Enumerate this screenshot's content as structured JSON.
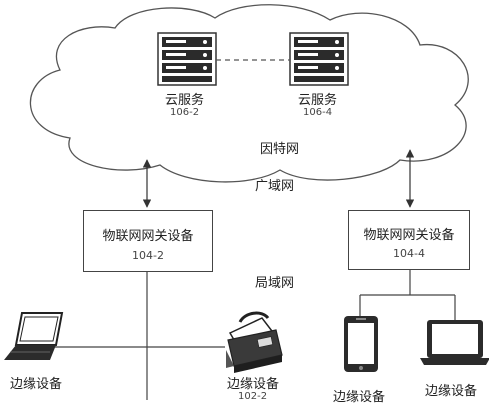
{
  "cloud": {
    "server_a": {
      "label": "云服务",
      "id": "106-2"
    },
    "server_b": {
      "label": "云服务",
      "id": "106-4"
    },
    "internet_label": "因特网"
  },
  "wan_label": "广域网",
  "lan_label": "局域网",
  "gateways": [
    {
      "label": "物联网网关设备",
      "id": "104-2"
    },
    {
      "label": "物联网网关设备",
      "id": "104-4"
    }
  ],
  "edge_devices": [
    {
      "label": "边缘设备",
      "icon": "laptop-icon"
    },
    {
      "label": "边缘设备",
      "id": "102-2",
      "icon": "fax-machine-icon"
    },
    {
      "label": "边缘设备",
      "icon": "smartphone-icon"
    },
    {
      "label": "边缘设备",
      "icon": "laptop-icon"
    }
  ]
}
